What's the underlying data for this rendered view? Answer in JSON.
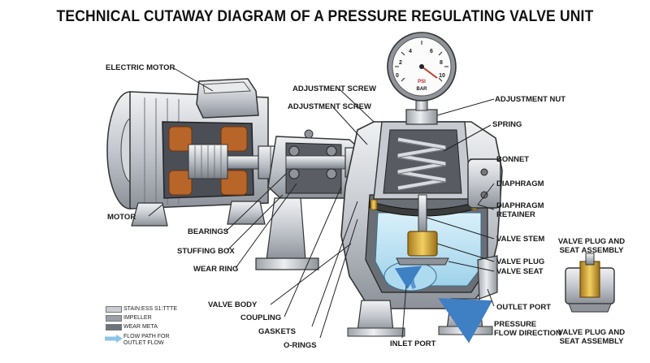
{
  "title": "TECHNICAL CUTAWAY DIAGRAM OF A PRESSURE REGULATING VALVE UNIT",
  "gauge": {
    "ticks": [
      "0",
      "2",
      "4",
      "6",
      "8",
      "10"
    ],
    "unit_psi": "PSI",
    "unit_bar": "BAR"
  },
  "labels": {
    "electric_motor": "ELECTRIC MOTOR",
    "motor": "MOTOR",
    "adjustment_screw_1": "ADJUSTMENT SCREW",
    "adjustment_screw_2": "ADJUSTMENT SCREW",
    "bearings": "BEARINGS",
    "stuffing_box": "STUFFING BOX",
    "wear_ring": "WEAR RING",
    "valve_body": "VALVE BODY",
    "coupling": "COUPLING",
    "gaskets": "GASKETS",
    "o_rings": "O-RINGS",
    "inlet_port": "INLET PORT",
    "pressure_flow_line1": "PRESSURE",
    "pressure_flow_line2": "FLOW DIRECTION",
    "outlet_port": "OUTLET PORT",
    "valve_seat": "VALVE SEAT",
    "valve_plug": "VALVE PLUG",
    "valve_stem": "VALVE STEM",
    "diaphragm_retainer_line1": "DIAPHRAGM",
    "diaphragm_retainer_line2": "RETAINER",
    "diaphragm": "DIAPHRAGM",
    "bonnet": "BONNET",
    "spring": "SPRING",
    "adjustment_nut": "ADJUSTMENT NUT"
  },
  "inset": {
    "title_line1": "VALVE PLUG AND",
    "title_line2": "SEAT ASSEMBLY",
    "caption_line1": "VALVE PLUG AND",
    "caption_line2": "SEAT ASSEMBLY"
  },
  "legend": {
    "items": [
      {
        "label": "STAIN:ESS S1:TTTE",
        "color": "#c9ccd1"
      },
      {
        "label": "IMPELLER",
        "color": "#9aa0a8"
      },
      {
        "label": "WEAR META",
        "color": "#6d737b"
      }
    ],
    "flow_line1": "FLOW PATH FOR",
    "flow_line2": "OUTLET FLOW"
  },
  "colors": {
    "metal_light": "#dfe2e6",
    "metal_mid": "#b7bcc3",
    "metal_dark": "#6e747c",
    "copper": "#b8652a",
    "brass": "#d6a72f",
    "water": "#bfe3f3",
    "flow_arrow": "#3f7fc4"
  }
}
